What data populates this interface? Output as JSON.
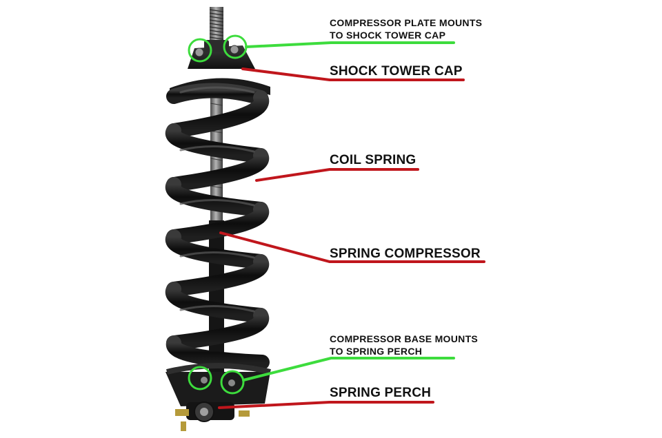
{
  "labels": {
    "compressor_plate_line1": "COMPRESSOR PLATE MOUNTS",
    "compressor_plate_line2": "TO SHOCK TOWER CAP",
    "shock_tower_cap": "SHOCK TOWER CAP",
    "coil_spring": "COIL SPRING",
    "spring_compressor": "SPRING COMPRESSOR",
    "compressor_base_line1": "COMPRESSOR BASE MOUNTS",
    "compressor_base_line2": "TO SPRING PERCH",
    "spring_perch": "SPRING PERCH"
  },
  "colors": {
    "background": "#ffffff",
    "mount_callout": "#3ddc3d",
    "part_callout": "#c0161c",
    "spring": "#161616",
    "rod": "#8a8a8a",
    "text": "#111111"
  }
}
